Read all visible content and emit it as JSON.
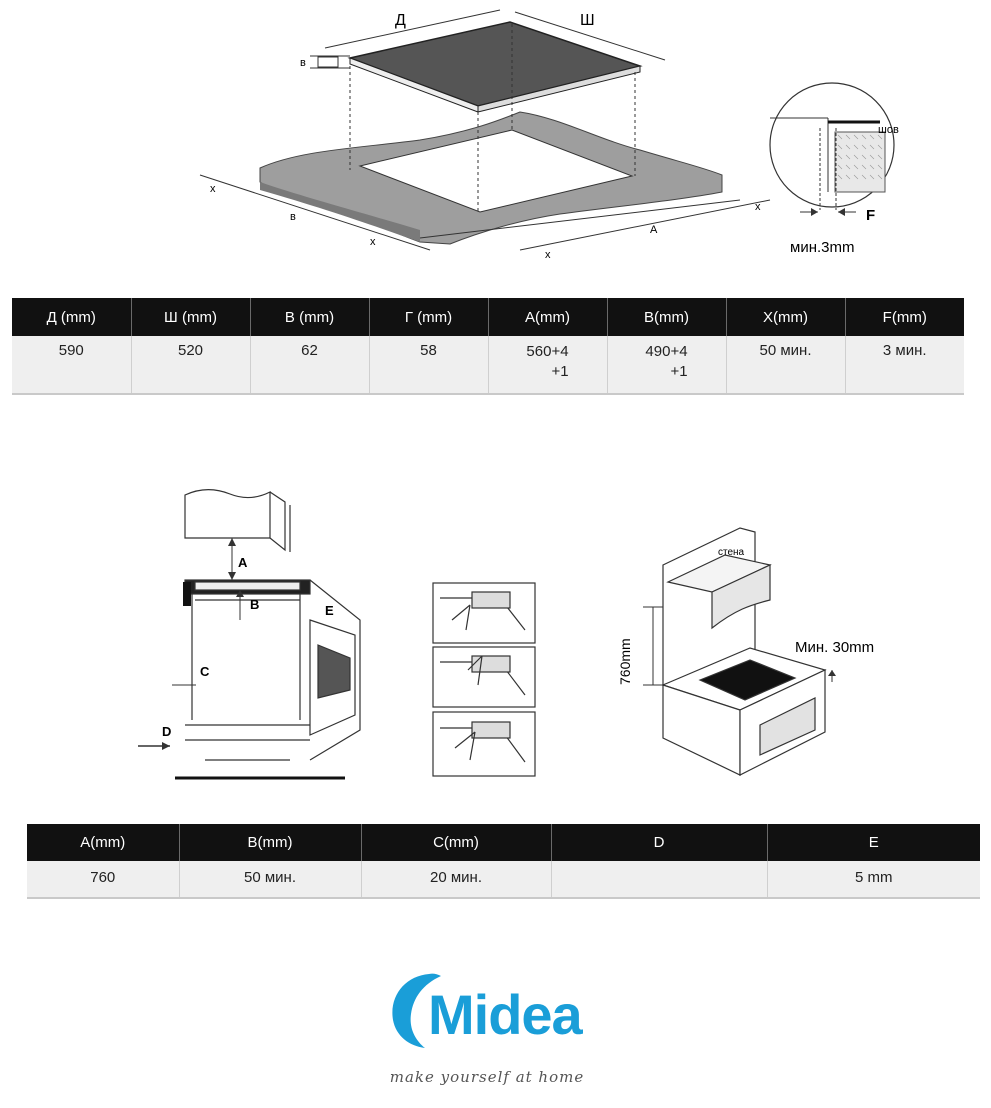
{
  "top_diagram": {
    "label_d": "Д",
    "label_sh": "Ш",
    "label_v": "в",
    "label_x1": "x",
    "label_x2": "x",
    "label_x3": "x",
    "label_x4": "x",
    "label_b": "в",
    "label_a": "A",
    "detail_seam": "шов",
    "detail_f": "F",
    "detail_min": "мин.3mm"
  },
  "table1": {
    "headers": [
      "Д (mm)",
      "Ш (mm)",
      "В (mm)",
      "Г (mm)",
      "A(mm)",
      "B(mm)",
      "X(mm)",
      "F(mm)"
    ],
    "values": [
      "590",
      "520",
      "62",
      "58",
      "560+4\n   +1",
      "490+4\n   +1",
      "50 мин.",
      "3 мин."
    ]
  },
  "install_diagram": {
    "label_a": "A",
    "label_b": "B",
    "label_c": "C",
    "label_d": "D",
    "label_e": "E",
    "wall_label": "стена",
    "height_label": "760mm",
    "min_gap_label": "Мин. 30mm"
  },
  "table2": {
    "headers": [
      "A(mm)",
      "B(mm)",
      "C(mm)",
      "D",
      "E"
    ],
    "values": [
      "760",
      "50 мин.",
      "20 мин.",
      "",
      "5 mm"
    ]
  },
  "brand": {
    "name": "Midea",
    "tagline": "make yourself at home",
    "color": "#1a9ed8"
  }
}
